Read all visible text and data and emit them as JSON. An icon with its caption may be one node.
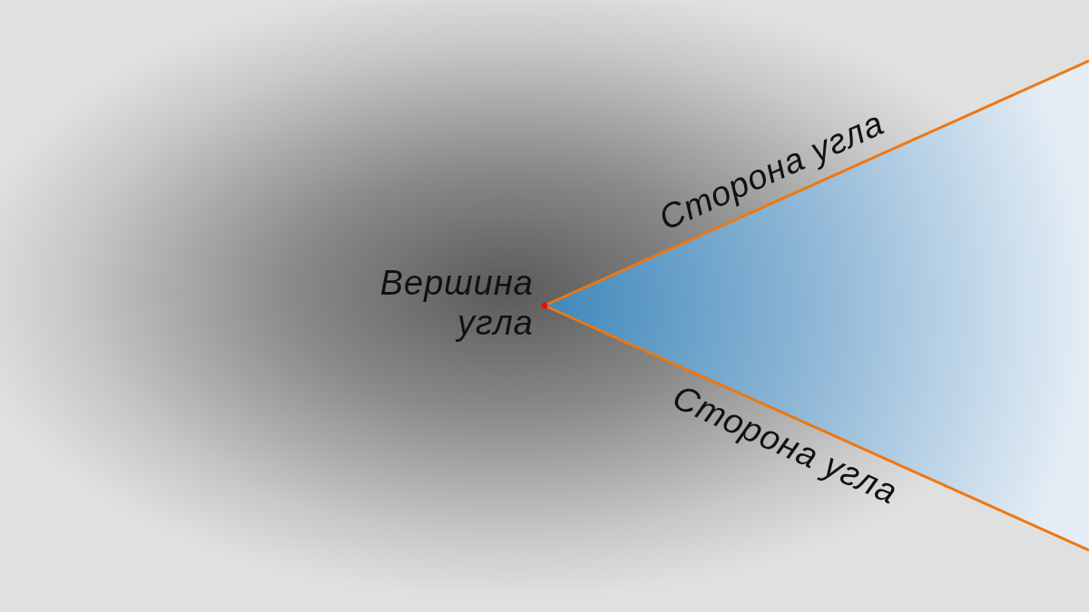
{
  "diagram": {
    "labels": [
      "Вершина угла",
      "Сторона угла",
      "Сторона угла"
    ]
  }
}
